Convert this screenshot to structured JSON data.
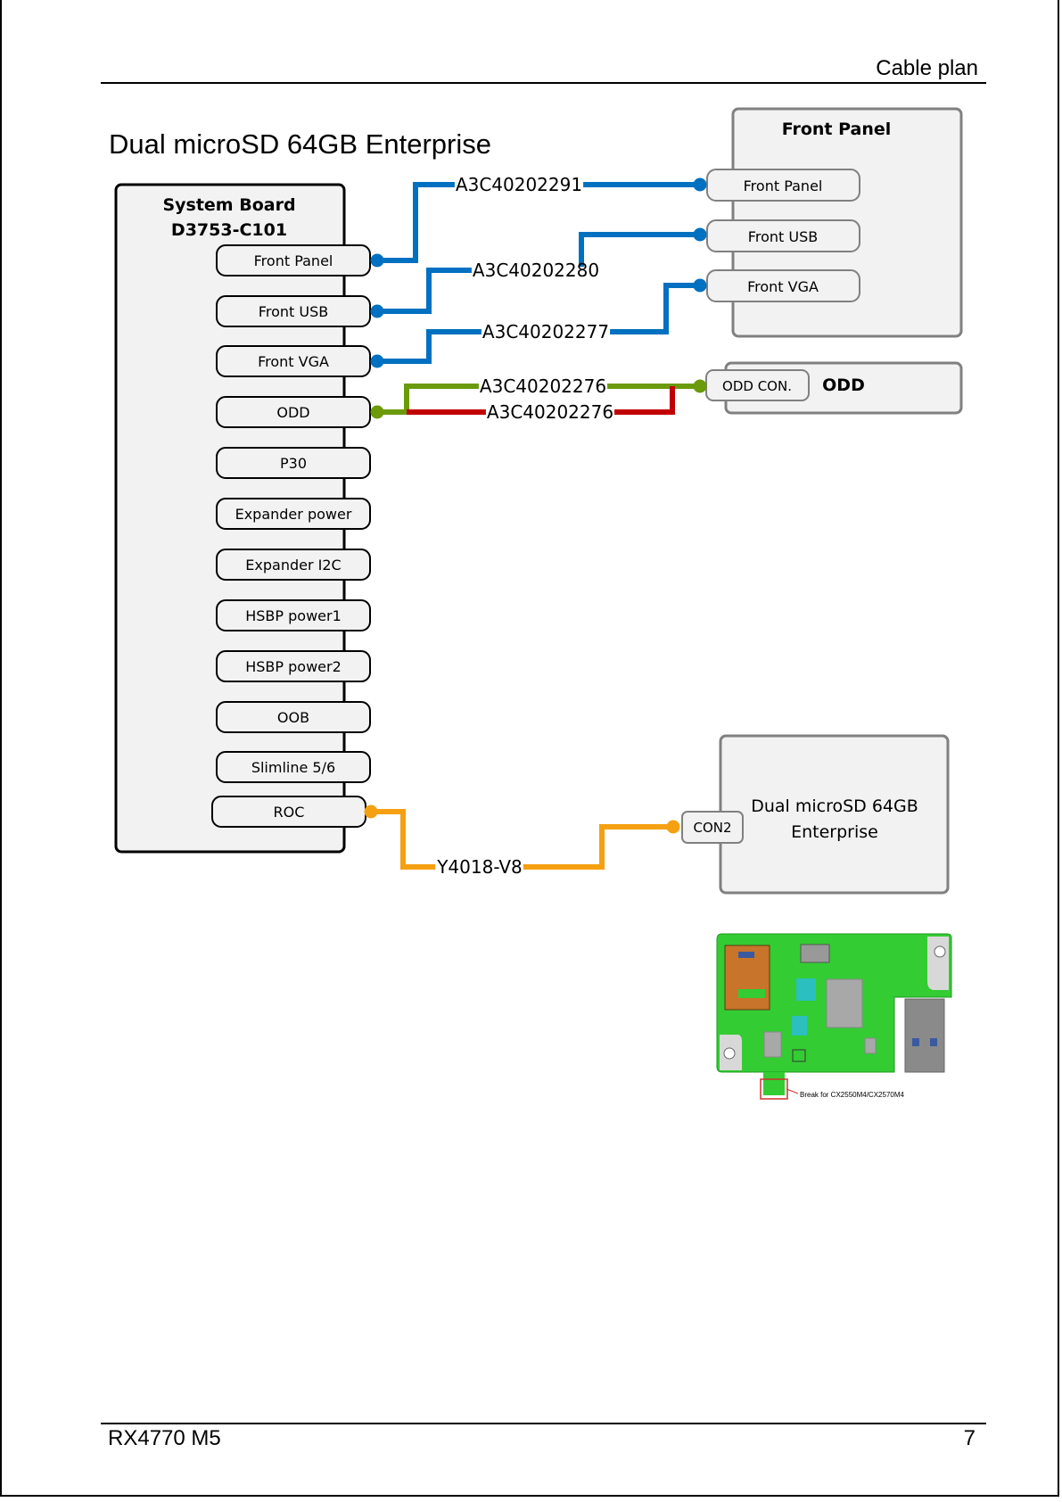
{
  "header": {
    "section": "Cable plan"
  },
  "title": "Dual microSD 64GB Enterprise",
  "footer": {
    "product": "RX4770 M5",
    "page_number": "7"
  },
  "colors": {
    "blue": "#0070C0",
    "green": "#6B9A0A",
    "red": "#C00000",
    "orange": "#F5A011"
  },
  "system_board": {
    "title_line1": "System Board",
    "title_line2": "D3753-C101",
    "connectors": [
      "Front Panel",
      "Front USB",
      "Front VGA",
      "ODD",
      "P30",
      "Expander power",
      "Expander I2C",
      "HSBP power1",
      "HSBP power2",
      "OOB",
      "Slimline 5/6",
      "ROC"
    ]
  },
  "front_panel": {
    "title": "Front Panel",
    "connectors": [
      "Front Panel",
      "Front USB",
      "Front VGA"
    ]
  },
  "odd": {
    "title": "ODD",
    "connector": "ODD CON."
  },
  "microsd": {
    "title_line1": "Dual microSD 64GB",
    "title_line2": "Enterprise",
    "connector": "CON2"
  },
  "cables": [
    {
      "part": "A3C40202291",
      "from": "Front Panel",
      "to": "Front Panel",
      "color": "blue"
    },
    {
      "part": "A3C40202280",
      "from": "Front USB",
      "to": "Front USB",
      "color": "blue"
    },
    {
      "part": "A3C40202277",
      "from": "Front VGA",
      "to": "Front VGA",
      "color": "blue"
    },
    {
      "part": "A3C40202276",
      "from": "ODD",
      "to": "ODD CON.",
      "color": "green"
    },
    {
      "part": "A3C40202276",
      "from": "ODD",
      "to": "ODD CON.",
      "color": "red"
    },
    {
      "part": "Y4018-V8",
      "from": "ROC",
      "to": "CON2",
      "color": "orange"
    }
  ],
  "pcb_image": {
    "caption": "Break for CX2550M4/CX2570M4"
  }
}
